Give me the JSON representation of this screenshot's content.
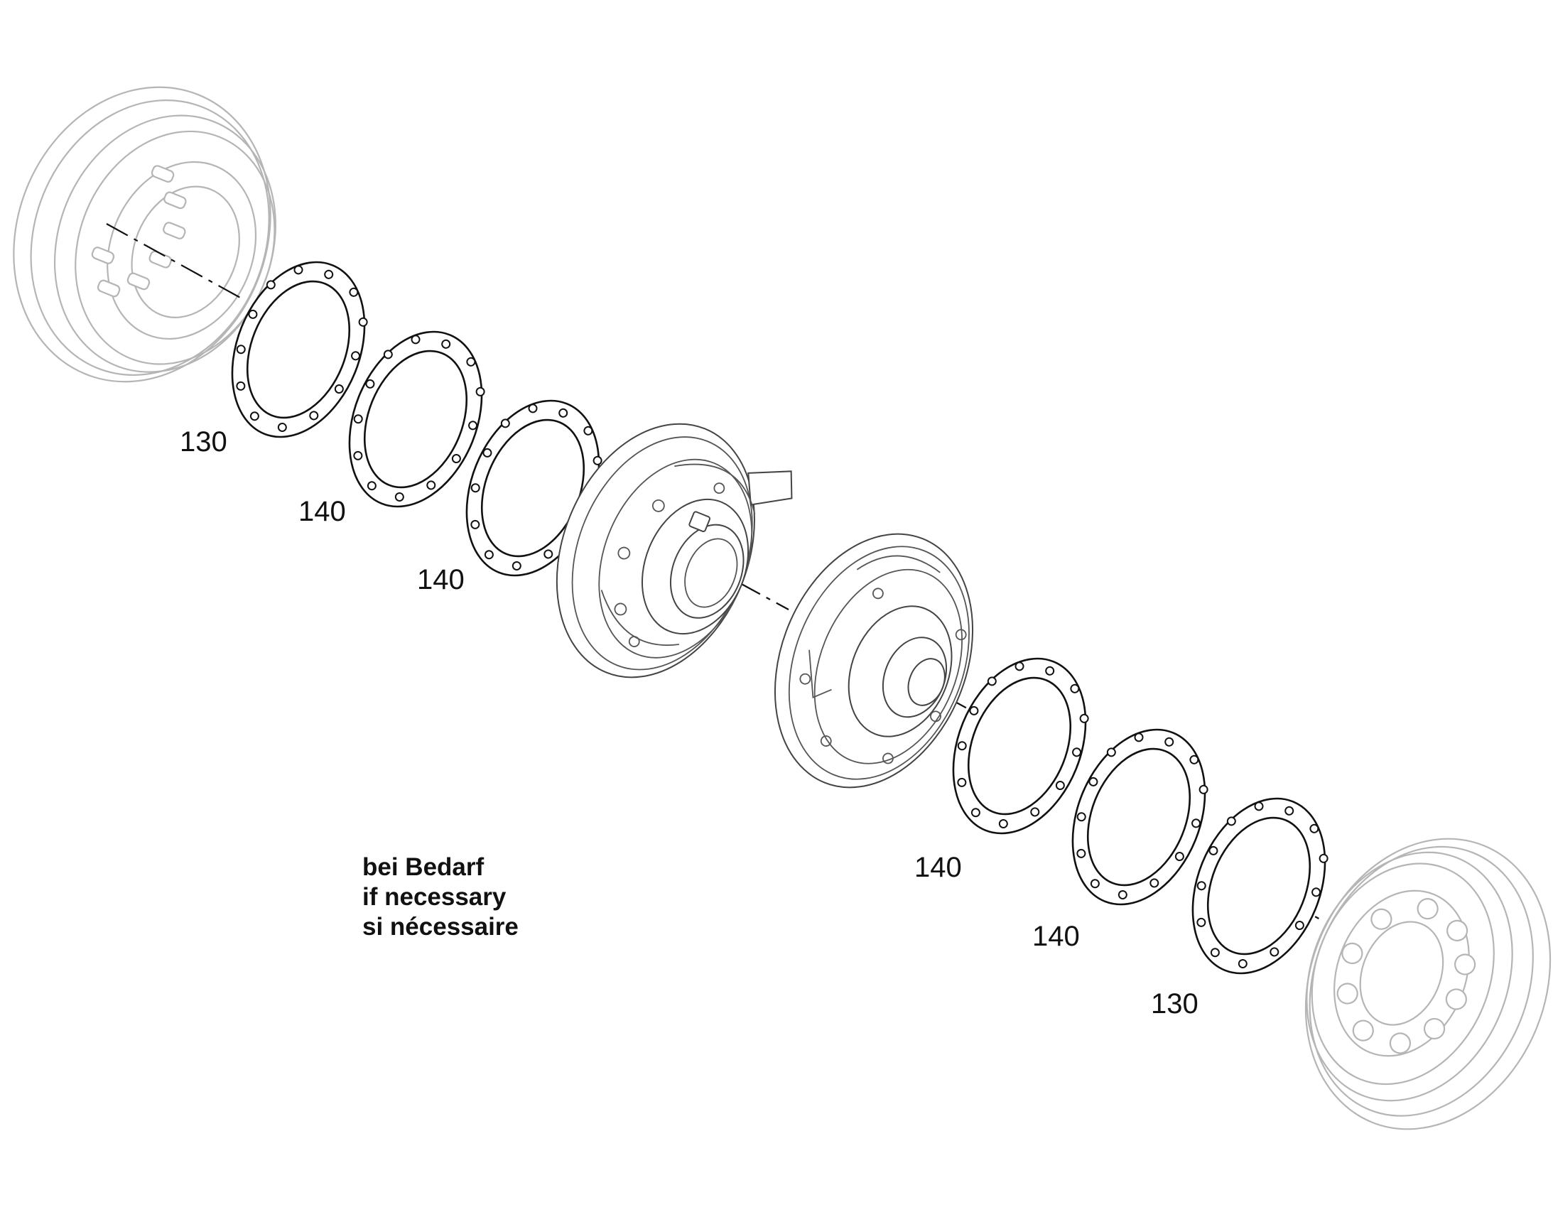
{
  "callouts": [
    {
      "id": "130-left",
      "label": "130"
    },
    {
      "id": "140-left-a",
      "label": "140"
    },
    {
      "id": "140-left-b",
      "label": "140"
    },
    {
      "id": "140-right-a",
      "label": "140"
    },
    {
      "id": "140-right-b",
      "label": "140"
    },
    {
      "id": "130-right",
      "label": "130"
    }
  ],
  "note": {
    "de": "bei Bedarf",
    "en": "if necessary",
    "fr": "si nécessaire"
  }
}
